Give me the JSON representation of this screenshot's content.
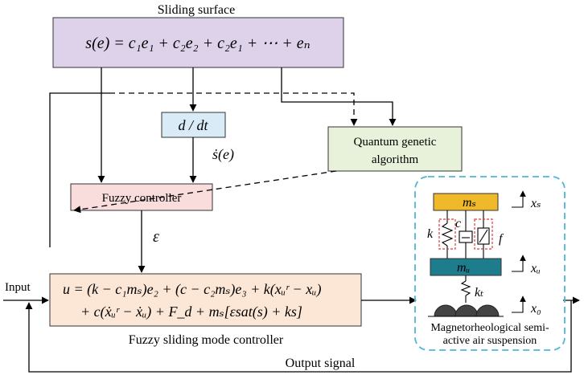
{
  "labels": {
    "sliding_surface": "Sliding surface",
    "sliding_formula": "s(e) = c₁e₁ + c₂e₂ + c₂e₁ + ⋯ + eₙ",
    "derivative": "d / dt",
    "s_dot": "ṡ(e)",
    "qga_line1": "Quantum genetic",
    "qga_line2": "algorithm",
    "fuzzy_controller": "Fuzzy controller",
    "epsilon": "ε",
    "control_line1": "u = (k − c₁mₛ)e₂ + (c − c₂mₛ)e₃ + k(xᵤʳ − xᵤ)",
    "control_line2": "+ c(ẋᵤʳ − ẋᵤ) + F_d + mₛ[εsat(s) + ks]",
    "fsmc": "Fuzzy sliding mode controller",
    "input": "Input",
    "output_signal": "Output signal",
    "suspension_line1": "Magnetorheological semi-",
    "suspension_line2": "active air suspension"
  },
  "suspension": {
    "sprung_mass": "mₛ",
    "unsprung_mass": "mᵤ",
    "spring": "k",
    "damper": "c",
    "mr_force": "f",
    "tire": "kₜ",
    "x_s": "xₛ",
    "x_u": "xᵤ",
    "x_0": "x₀"
  },
  "colors": {
    "sliding_box": "#ddd2ea",
    "derivative_box": "#d8ebf7",
    "qga_box": "#e8f2da",
    "fuzzy_box": "#f9dcdc",
    "control_box": "#fce6d6",
    "mass_sprung": "#f0b92a",
    "mass_unsprung": "#1d7d8c",
    "suspension_border": "#4fb6d6",
    "highlight": "#e23b3b"
  }
}
